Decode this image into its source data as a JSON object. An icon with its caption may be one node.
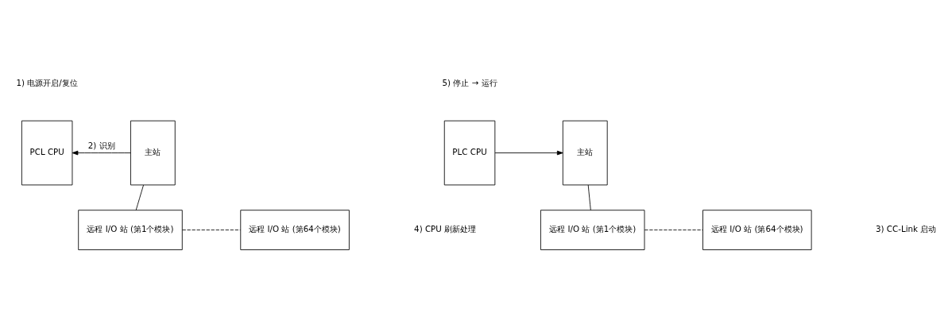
{
  "diagram": {
    "nodes": [
      {
        "text": [
          "PCL CPU"
        ]
      },
      {
        "text": [
          "主站"
        ]
      },
      {
        "text": [
          "远程 I/O 站 (第1个模块)"
        ]
      },
      {
        "text": [
          "远程 I/O 站 (第64个模块)"
        ]
      },
      {
        "text": [
          "PLC CPU"
        ]
      },
      {
        "text": [
          "主站"
        ]
      },
      {
        "text": [
          "远程 I/O 站 (第1个模块)"
        ]
      },
      {
        "text": [
          "远程 I/O 站 (第64个模块)"
        ]
      }
    ],
    "edges": [
      {
        "from": 1,
        "to": 0,
        "arrow": "to",
        "label": "2) 识别"
      },
      {
        "from": 1,
        "to": 2,
        "arrow": "none"
      },
      {
        "from": 2,
        "to": 3,
        "arrow": "none",
        "style": "dashed"
      },
      {
        "from": 4,
        "to": 5,
        "arrow": "to"
      },
      {
        "from": 5,
        "to": 6,
        "arrow": "none"
      },
      {
        "from": 6,
        "to": 7,
        "arrow": "none",
        "style": "dashed"
      }
    ],
    "labels": [
      "1) 电源开启/复位",
      "5) 停止 → 运行",
      "4) CPU 刷新处理",
      "3) CC-Link 启动"
    ]
  }
}
